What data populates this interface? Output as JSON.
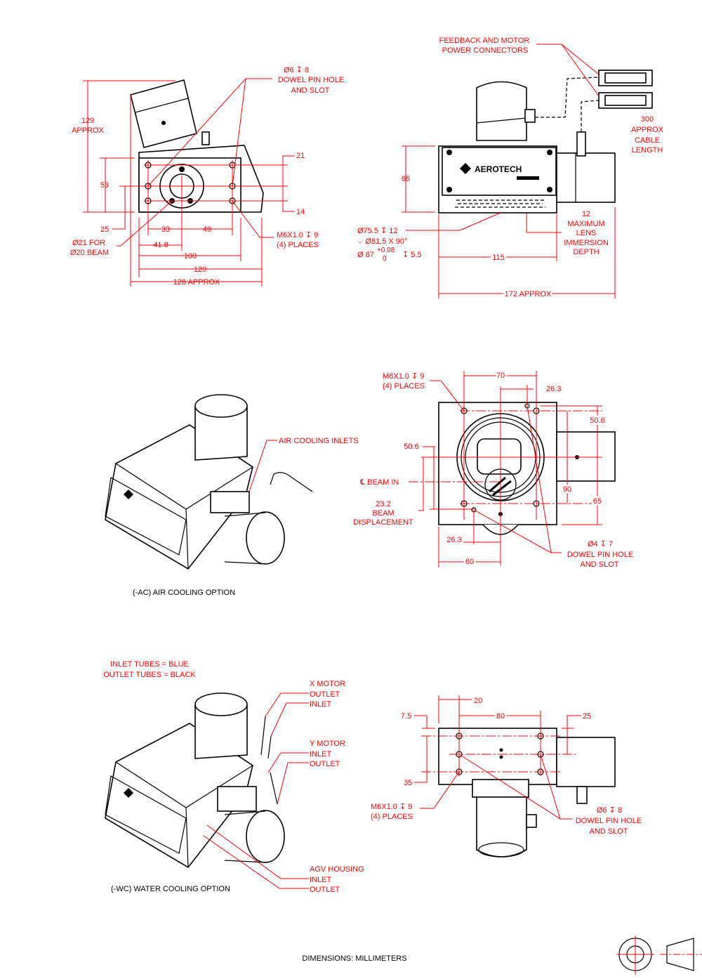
{
  "top_left_view": {
    "dowel_callout": {
      "spec": "Ø6 ↧ 8",
      "line1": "DOWEL PIN HOLE",
      "line2": "AND SLOT"
    },
    "height_129": {
      "value": "129",
      "note": "APPROX"
    },
    "dim_53": "53",
    "dim_21": "21",
    "dim_14": "14",
    "dim_25": "25",
    "dim_33": "33",
    "dim_49": "49",
    "tap_callout": {
      "spec": "M6X1.0 ↧ 9",
      "qty": "(4) PLACES"
    },
    "beam_callout": {
      "line1": "Ø21 FOR",
      "line2": "Ø20 BEAM"
    },
    "dim_41_8": "41.8",
    "dim_100": "100",
    "dim_120": "120",
    "dim_128": "128 APPROX"
  },
  "top_right_view": {
    "connectors": {
      "line1": "FEEDBACK AND MOTOR",
      "line2": "POWER CONNECTORS"
    },
    "cable": {
      "line1": "300",
      "line2": "APPROX",
      "line3": "CABLE",
      "line4": "LENGTH"
    },
    "dim_65": "65",
    "lens": {
      "line1": "12",
      "line2": "MAXIMUM",
      "line3": "LENS",
      "line4": "IMMERSION",
      "line5": "DEPTH"
    },
    "bore": {
      "line1": "Ø75.5 ↧ 12",
      "line2": "⌵ Ø81.5 X 90°",
      "line3_dia": "Ø 87",
      "tol_plus": "+0.08",
      "tol_minus": "0",
      "line3_depth": "↧ 5.5"
    },
    "dim_115": "115",
    "dim_172": "172 APPROX",
    "logo_text": "AEROTECH"
  },
  "air_cooling_view": {
    "inlets_label": "AIR COOLING INLETS",
    "caption": "(-AC) AIR COOLING OPTION"
  },
  "bottom_view_mid": {
    "tap_callout": {
      "spec": "M6X1.0 ↧ 9",
      "qty": "(4) PLACES"
    },
    "dim_70": "70",
    "dim_26_3_top": "26.3",
    "dim_50_6_left": "50.6",
    "dim_50_6_right": "50.6",
    "beam_in": "℄ BEAM IN",
    "dim_90": "90",
    "dim_65": "65",
    "displacement": {
      "line1": "23.2",
      "line2": "BEAM",
      "line3": "DISPLACEMENT"
    },
    "dim_26_3_bottom": "26.3",
    "dim_60": "60",
    "dowel_callout": {
      "spec": "Ø4 ↧ 7",
      "line1": "DOWEL PIN HOLE",
      "line2": "AND SLOT"
    }
  },
  "water_cooling_view": {
    "legend": {
      "line1": "INLET TUBES = BLUE",
      "line2": "OUTLET TUBES = BLACK"
    },
    "x_motor": {
      "title": "X MOTOR",
      "a": "OUTLET",
      "b": "INLET"
    },
    "y_motor": {
      "title": "Y MOTOR",
      "a": "INLET",
      "b": "OUTLET"
    },
    "agv_housing": {
      "title": "AGV HOUSING",
      "a": "INLET",
      "b": "OUTLET"
    },
    "caption": "(-WC) WATER COOLING OPTION"
  },
  "bottom_right_view": {
    "dim_20": "20",
    "dim_80": "80",
    "dim_7_5": "7.5",
    "dim_25": "25",
    "dim_35": "35",
    "tap_callout": {
      "spec": "M6X1.0 ↧ 9",
      "qty": "(4) PLACES"
    },
    "dowel_callout": {
      "spec": "Ø6 ↧ 8",
      "line1": "DOWEL PIN HOLE",
      "line2": "AND SLOT"
    }
  },
  "footer": {
    "units": "DIMENSIONS: MILLIMETERS"
  }
}
